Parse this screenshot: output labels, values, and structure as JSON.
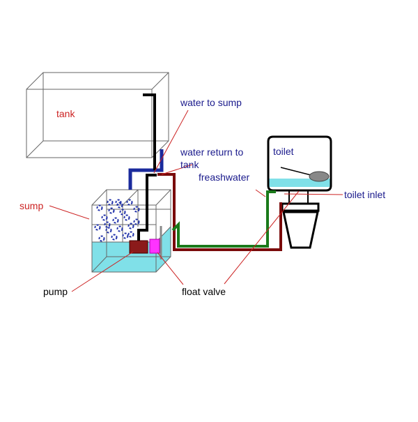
{
  "labels": {
    "tank": "tank",
    "water_to_sump": "water to sump",
    "water_return_line1": "water return to",
    "water_return_line2": "tank",
    "freshwater": "freashwater",
    "toilet": "toilet",
    "toilet_inlet": "toilet inlet",
    "sump": "sump",
    "pump": "pump",
    "float_valve": "float valve"
  },
  "colors": {
    "red_label": "#cc2222",
    "blue_label": "#1a1a8c",
    "black_label": "#000000",
    "water": "#80e0e8",
    "pipe_blue": "#1a2a9c",
    "pipe_darkred": "#7a0a0a",
    "pipe_green": "#1a7a1a",
    "pump": "#8b1a1a",
    "float_valve": "#ff33ff",
    "bubbles": "#2233aa",
    "float_ball": "#888888"
  }
}
